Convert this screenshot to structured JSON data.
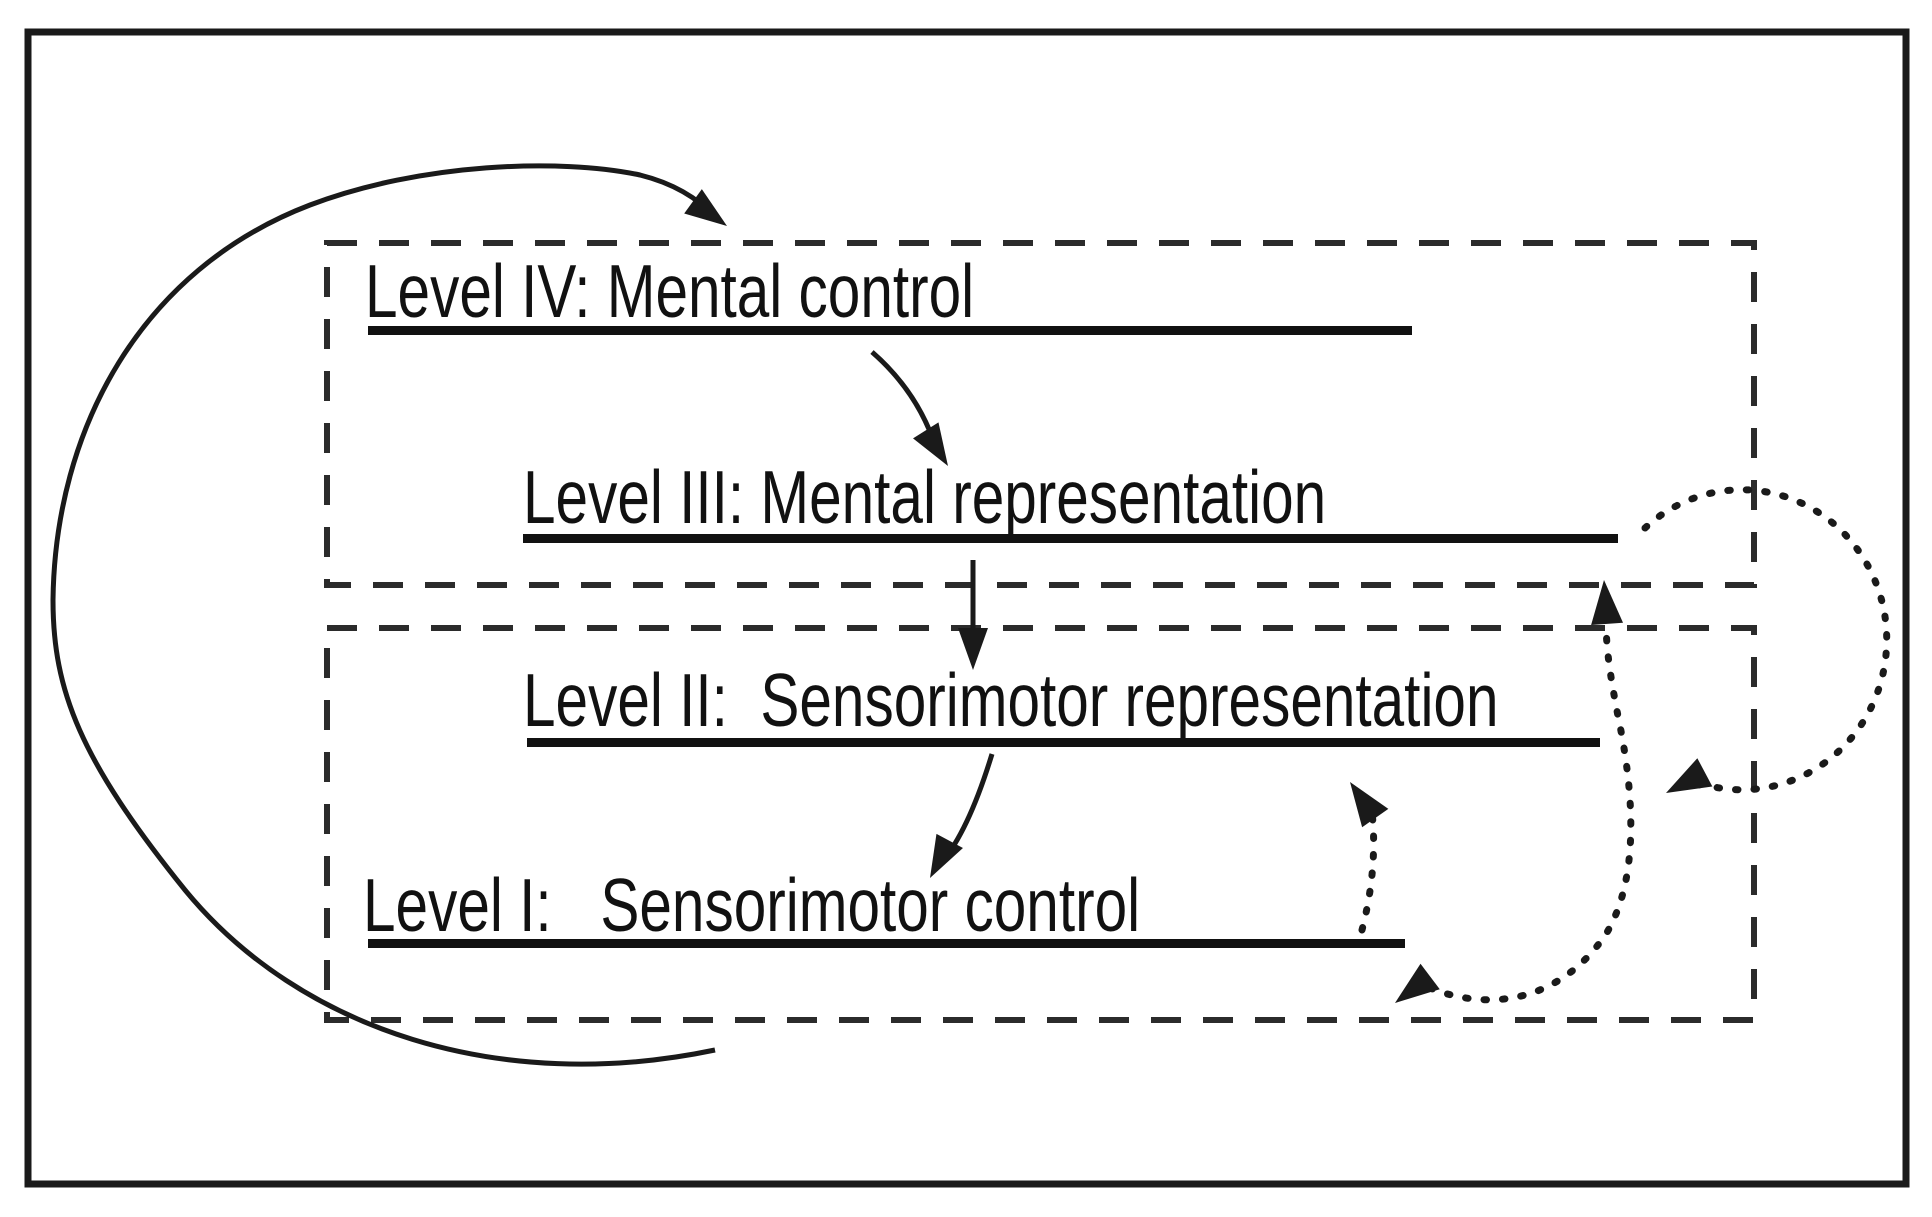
{
  "figure": {
    "type": "levels-of-action-organization diagram",
    "levels": [
      {
        "id": "IV",
        "label": "Level IV: Mental control"
      },
      {
        "id": "III",
        "label": "Level III: Mental representation"
      },
      {
        "id": "II",
        "label": "Level II:  Sensorimotor representation"
      },
      {
        "id": "I",
        "label": "Level I:   Sensorimotor control"
      }
    ],
    "groups": [
      {
        "name": "upper-dashed-box",
        "contains": [
          "Level IV",
          "Level III"
        ]
      },
      {
        "name": "lower-dashed-box",
        "contains": [
          "Level II",
          "Level I"
        ]
      }
    ],
    "colors": {
      "ink": "#1a1a1a",
      "dash": "#2b2b2b",
      "text": "#111111",
      "background": "#ffffff"
    }
  }
}
